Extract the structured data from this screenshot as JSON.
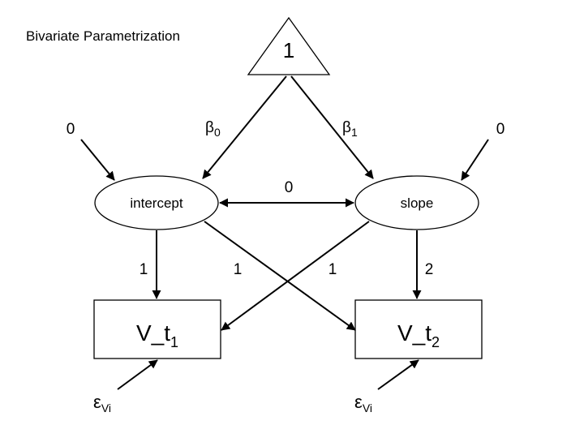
{
  "title": "Bivariate Parametrization",
  "constant": {
    "label": "1"
  },
  "latent": {
    "intercept": "intercept",
    "slope": "slope"
  },
  "observed": [
    {
      "base": "V_t",
      "sub": "1"
    },
    {
      "base": "V_t",
      "sub": "2"
    }
  ],
  "paths": {
    "beta0": {
      "base": "β",
      "sub": "0"
    },
    "beta1": {
      "base": "β",
      "sub": "1"
    },
    "intercept_variance": "0",
    "slope_variance": "0",
    "covariance": "0",
    "intercept_to_t1": "1",
    "intercept_to_t2": "1",
    "slope_to_t1": "1",
    "slope_to_t2": "2"
  },
  "errors": [
    {
      "base": "ε",
      "sub": "Vi"
    },
    {
      "base": "ε",
      "sub": "Vi"
    }
  ]
}
